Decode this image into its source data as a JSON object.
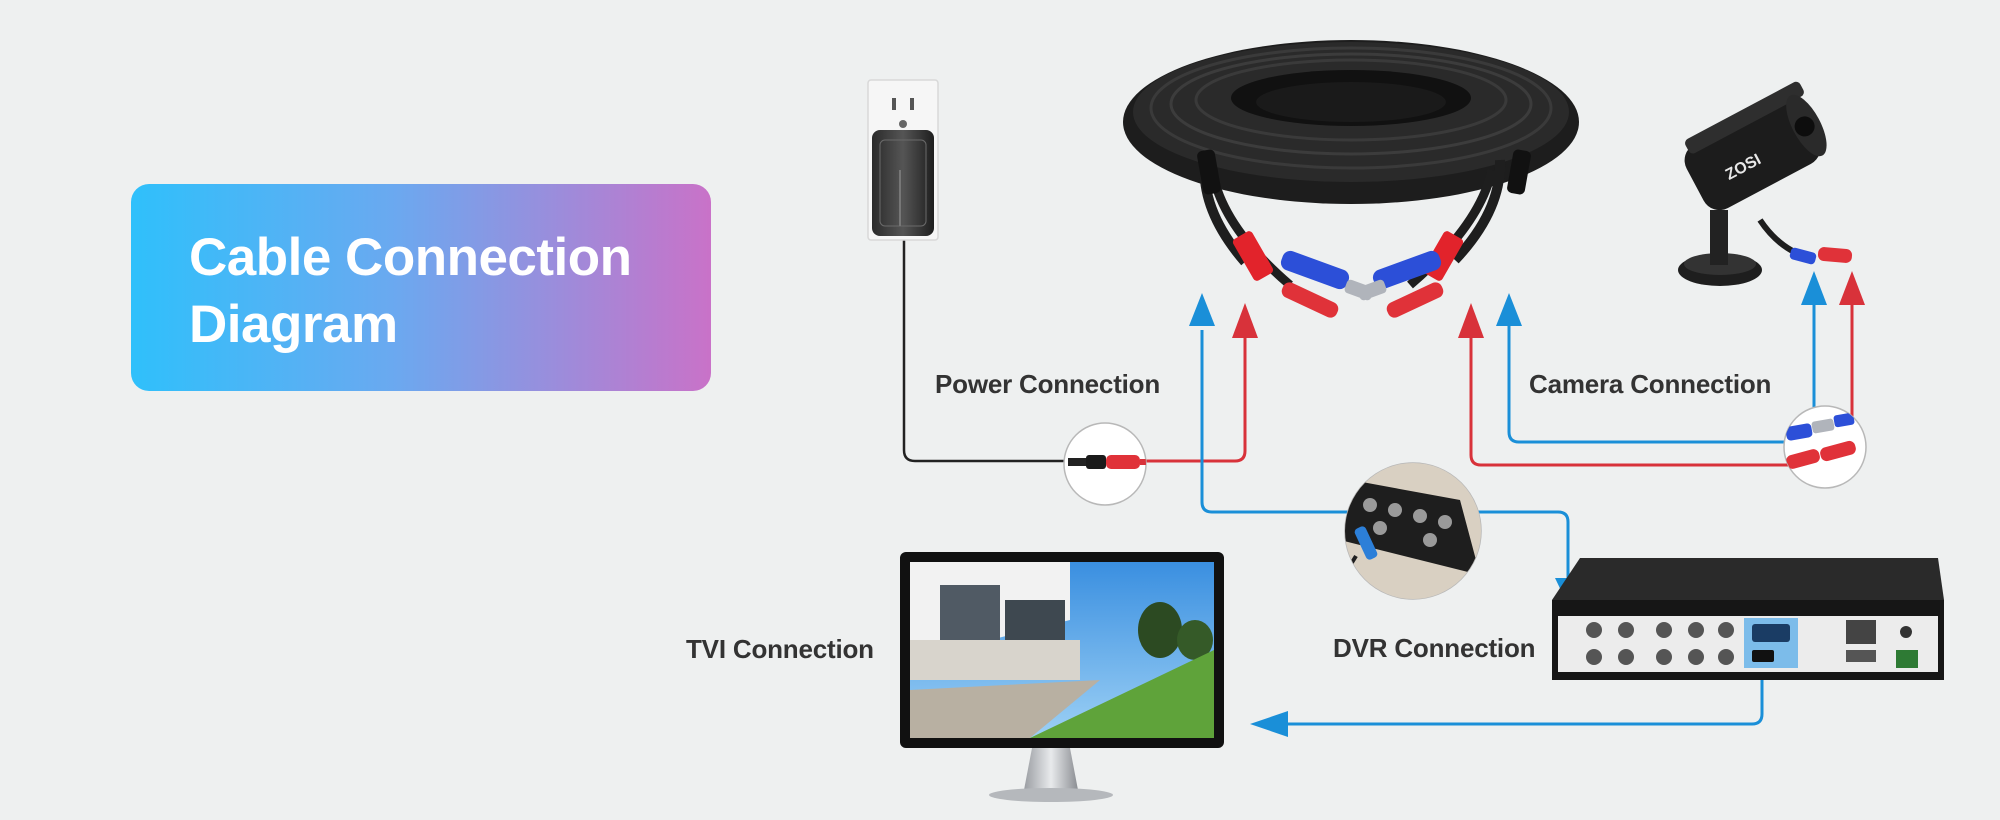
{
  "title": {
    "line1": "Cable Connection",
    "line2": "Diagram"
  },
  "labels": {
    "power": "Power Connection",
    "camera": "Camera Connection",
    "tvi": "TVI Connection",
    "dvr": "DVR Connection"
  },
  "camera_brand": "ZOSI",
  "colors": {
    "video_wire": "#1a8fd8",
    "power_wire": "#d8323a",
    "adapter_wire": "#222222",
    "title_gradient_start": "#2fc0fb",
    "title_gradient_end": "#c972c8"
  },
  "icons": [
    "wall-outlet-icon",
    "power-adapter-icon",
    "bnc-cable-coil-icon",
    "security-camera-icon",
    "monitor-icon",
    "dvr-recorder-icon"
  ]
}
